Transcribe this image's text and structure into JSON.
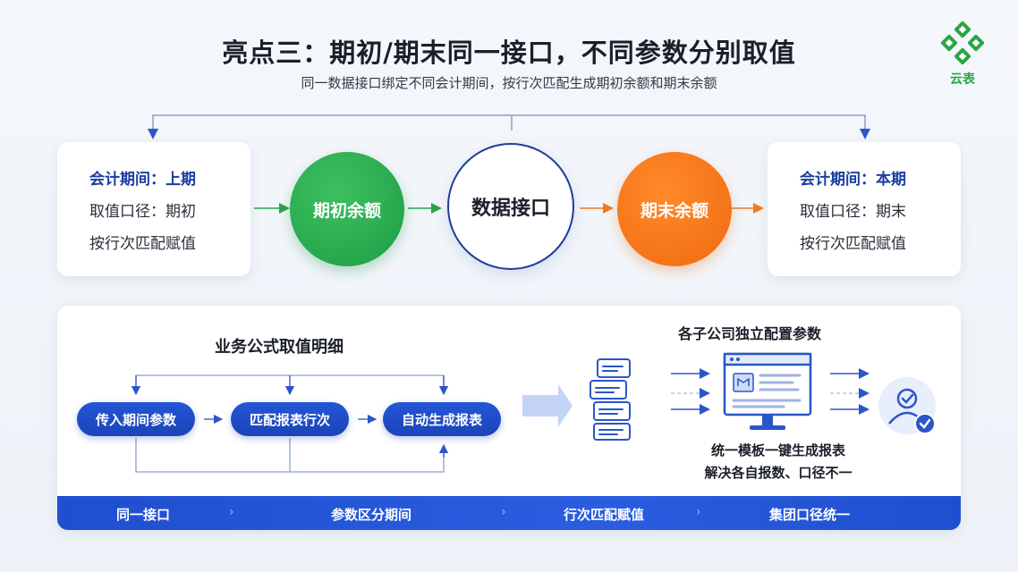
{
  "header": {
    "title": "亮点三：期初/期末同一接口，不同参数分别取值",
    "subtitle": "同一数据接口绑定不同会计期间，按行次匹配生成期初余额和期末余额"
  },
  "logo": {
    "text": "云表"
  },
  "left_card": {
    "head": "会计期间：上期",
    "line1": "取值口径：期初",
    "line2": "按行次匹配赋值"
  },
  "right_card": {
    "head": "会计期间：本期",
    "line1": "取值口径：期末",
    "line2": "按行次匹配赋值"
  },
  "flow": {
    "opening": "期初余额",
    "interface": "数据接口",
    "closing": "期末余额"
  },
  "detail": {
    "title": "业务公式取值明细",
    "steps": [
      "传入期间参数",
      "匹配报表行次",
      "自动生成报表"
    ]
  },
  "subsidiary": {
    "title": "各子公司独立配置参数",
    "note1": "统一模板一键生成报表",
    "note2": "解决各自报数、口径不一"
  },
  "bar": {
    "items": [
      "同一接口",
      "参数区分期间",
      "行次匹配赋值",
      "集团口径统一"
    ],
    "sep": "›"
  },
  "colors": {
    "accent": "#1f4fcf",
    "green": "#1f9d44",
    "orange": "#f06a10"
  }
}
